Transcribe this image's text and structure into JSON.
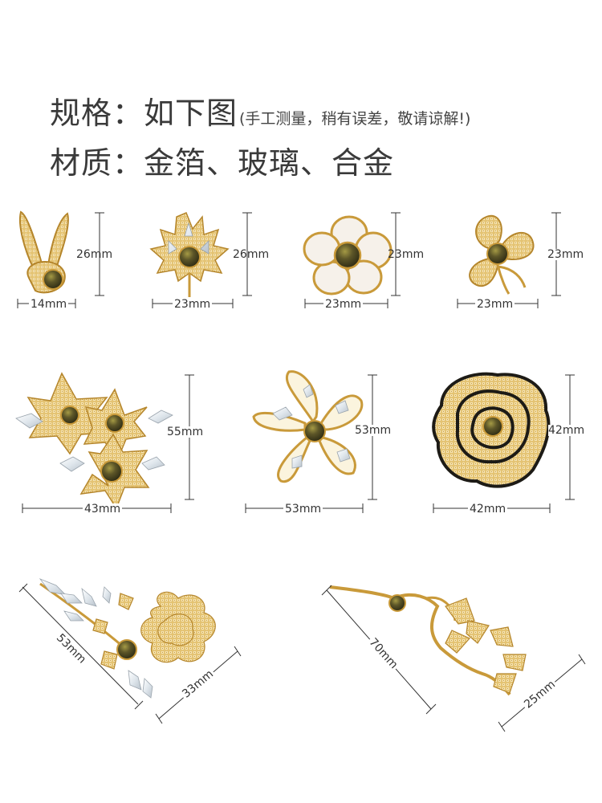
{
  "header": {
    "spec_label": "规格：如下图",
    "spec_note": "(手工测量，稍有误差，敬请谅解!)",
    "material_label": "材质：金箔、玻璃、合金"
  },
  "colors": {
    "gold": "#d9ae4a",
    "gold_light": "#f0d58a",
    "gold_dark": "#a77a22",
    "stone": "#4e4a22",
    "stone_glint": "#a59a45",
    "enamel_black": "#1d1b16",
    "pearl": "#f6f1ea",
    "crystal": "#eef2f5",
    "line": "#333333"
  },
  "products": [
    {
      "name": "rabbit-brooch",
      "icon": "rabbit-icon",
      "width": "14mm",
      "height": "26mm"
    },
    {
      "name": "maple-leaf-brooch",
      "icon": "maple-leaf-icon",
      "width": "23mm",
      "height": "26mm"
    },
    {
      "name": "white-flower-brooch",
      "icon": "white-flower-icon",
      "width": "23mm",
      "height": "23mm"
    },
    {
      "name": "clover-brooch",
      "icon": "clover-icon",
      "width": "23mm",
      "height": "23mm"
    },
    {
      "name": "triple-flower-brooch",
      "icon": "triple-flower-icon",
      "width": "43mm",
      "height": "55mm"
    },
    {
      "name": "filigree-flower-brooch",
      "icon": "filigree-flower-icon",
      "width": "53mm",
      "height": "53mm"
    },
    {
      "name": "camellia-brooch",
      "icon": "camellia-icon",
      "width": "42mm",
      "height": "42mm"
    },
    {
      "name": "flower-branch-brooch",
      "icon": "flower-branch-icon",
      "width": "33mm",
      "height": "53mm"
    },
    {
      "name": "pinwheel-stem-brooch",
      "icon": "pinwheel-stem-icon",
      "width": "25mm",
      "height": "70mm"
    }
  ]
}
